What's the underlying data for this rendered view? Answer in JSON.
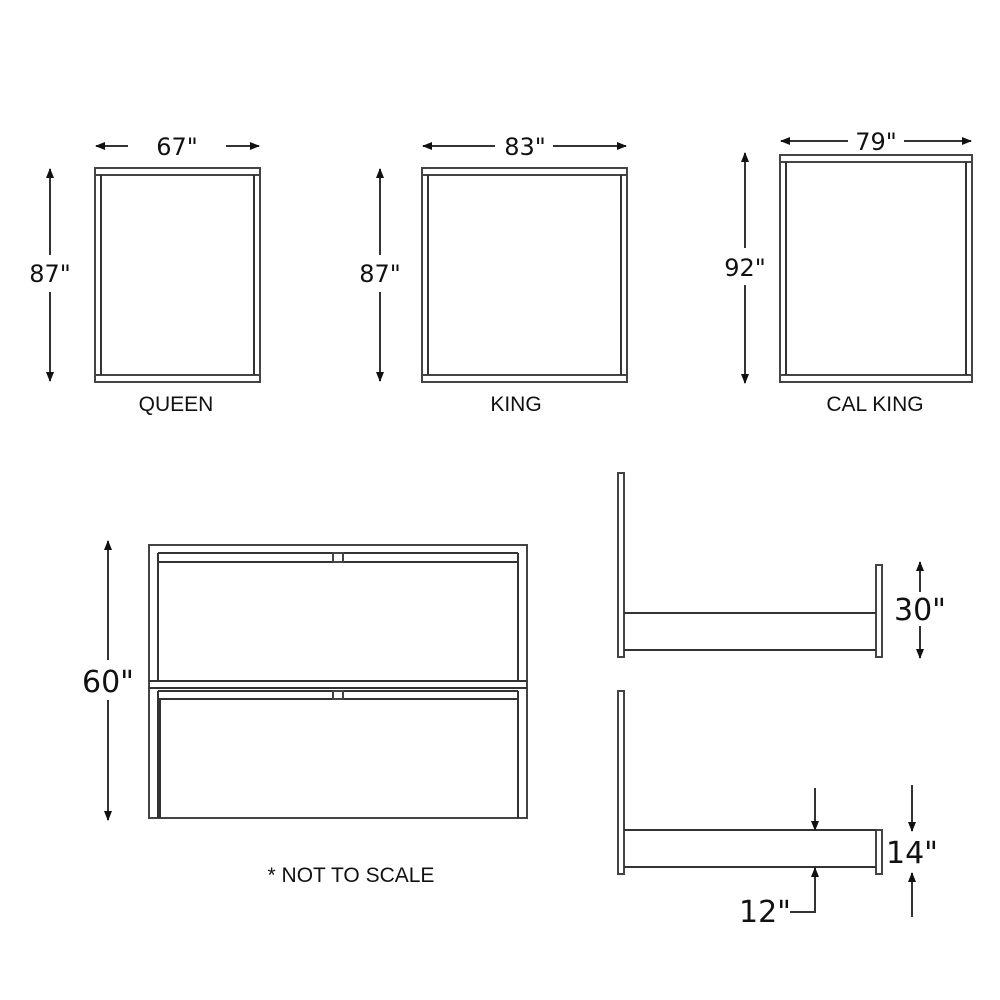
{
  "queen": {
    "label": "QUEEN",
    "width": "67\"",
    "length": "87\""
  },
  "king": {
    "label": "KING",
    "width": "83\"",
    "length": "87\""
  },
  "cal_king": {
    "label": "CAL KING",
    "width": "79\"",
    "length": "92\""
  },
  "headboard": {
    "height": "60\""
  },
  "footboard": {
    "height": "30\""
  },
  "low_footboard": {
    "height": "14\"",
    "rail_height": "12\""
  },
  "note": "* NOT TO SCALE",
  "colors": {
    "line": "#333333",
    "background": "#ffffff"
  }
}
